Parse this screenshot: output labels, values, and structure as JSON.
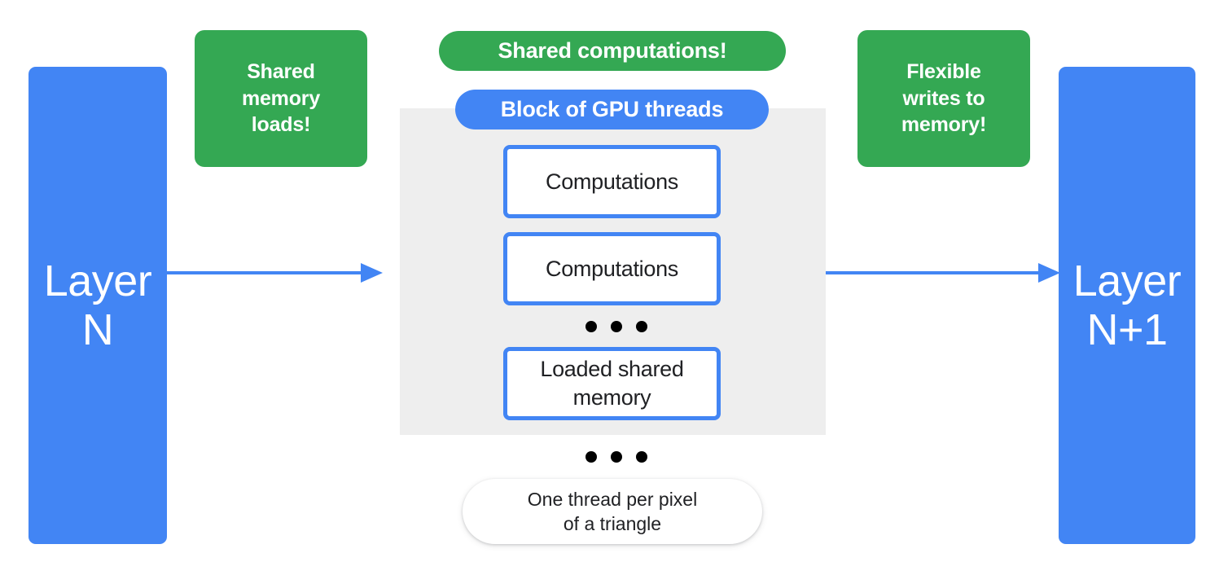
{
  "diagram": {
    "title_text_colors": {
      "blue": "#4285f4",
      "green": "#34a853",
      "grey_block": "#eeeeee",
      "white": "#ffffff",
      "text_dark": "#202124"
    },
    "layers": {
      "input": "Layer\nN",
      "output": "Layer\nN+1"
    },
    "callouts": {
      "left": "Shared\nmemory\nloads!",
      "right": "Flexible\nwrites to\nmemory!"
    },
    "pills": {
      "shared_computations": "Shared computations!",
      "block_of_gpu_threads": "Block of GPU threads",
      "one_thread_per_pixel": "One thread per pixel\nof a triangle"
    },
    "thread_boxes": [
      {
        "label": "Computations"
      },
      {
        "label": "Computations"
      },
      {
        "label": "Loaded shared\nmemory"
      }
    ],
    "ellipsis": {
      "inside_block": "• • •",
      "outside_block": "• • •"
    }
  }
}
